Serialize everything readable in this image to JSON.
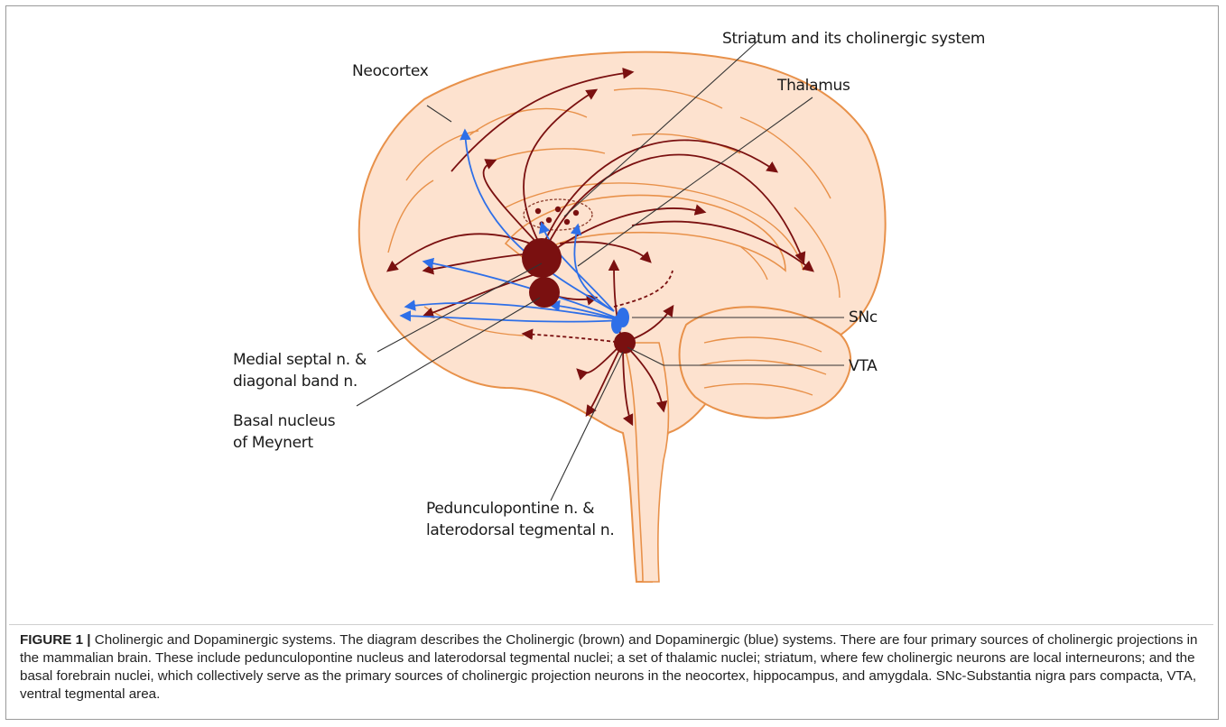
{
  "colors": {
    "brain_fill": "#fde2cf",
    "brain_outline": "#e8914a",
    "cholinergic": "#7a1010",
    "dopaminergic": "#2e6fe8",
    "label_line": "#333333"
  },
  "labels": {
    "striatum": "Striatum and its cholinergic system",
    "thalamus": "Thalamus",
    "neocortex": "Neocortex",
    "snc": "SNc",
    "vta": "VTA",
    "medial_septal_line1": "Medial septal n. &",
    "medial_septal_line2": "diagonal band n.",
    "basal_nucleus_line1": "Basal nucleus",
    "basal_nucleus_line2": "of Meynert",
    "ppn_line1": "Pedunculopontine n. &",
    "ppn_line2": "laterodorsal tegmental n."
  },
  "caption": {
    "figure_number": "FIGURE 1 |",
    "text": " Cholinergic and Dopaminergic systems. The diagram describes the Cholinergic (brown) and Dopaminergic (blue) systems. There are four primary sources of cholinergic projections in the mammalian brain. These include pedunculopontine nucleus and laterodorsal tegmental nuclei; a set of thalamic nuclei; striatum, where few cholinergic neurons are local interneurons; and the basal forebrain nuclei, which collectively serve as the primary sources of cholinergic projection neurons in the neocortex, hippocampus, and amygdala. SNc-Substantia nigra pars compacta, VTA, ventral tegmental area."
  }
}
